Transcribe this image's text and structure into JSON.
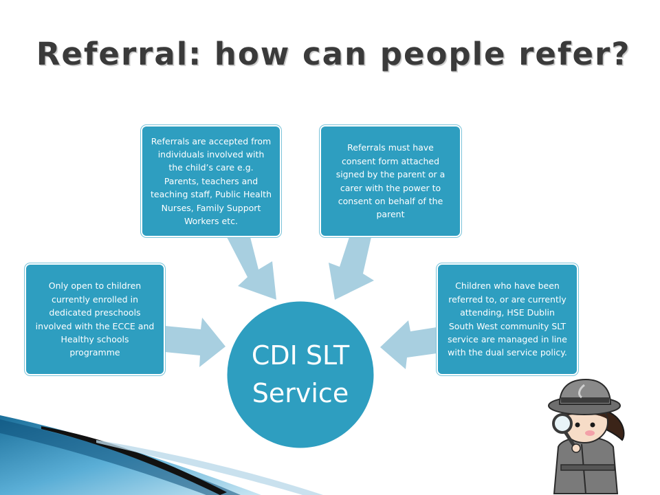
{
  "slide": {
    "title": "Referral: how can people refer?"
  },
  "diagram": {
    "center": {
      "line1": "CDI SLT",
      "line2": "Service"
    },
    "boxes": {
      "left": "Only open to children currently enrolled  in dedicated preschools involved with the ECCE and Healthy schools programme",
      "top1": "Referrals are accepted from individuals involved with the child’s care e.g. Parents, teachers and teaching staff, Public Health Nurses, Family Support Workers etc.",
      "top2": "Referrals must have consent form attached signed by the parent or a carer with the power to consent on behalf of the parent",
      "right": "Children who have been referred to, or are currently attending, HSE Dublin South West community SLT service are managed in line with the dual service policy."
    }
  },
  "colors": {
    "box_fill": "#2e9ec0",
    "circle_fill": "#2e9ec0",
    "arrow_fill": "#a8cfe0",
    "title_text": "#3a3a3a"
  },
  "icons": {
    "decoration": "detective-cartoon-icon",
    "corner": "blue-swoosh-decoration"
  }
}
